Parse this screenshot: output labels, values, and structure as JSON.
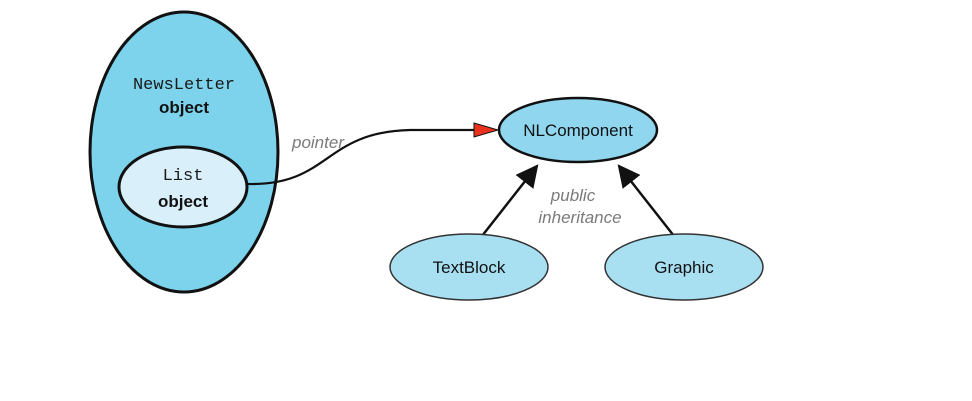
{
  "newsletter": {
    "line1": "NewsLetter",
    "line2": "object"
  },
  "list": {
    "line1": "List",
    "line2": "object"
  },
  "edges": {
    "pointer_label": "pointer",
    "inheritance_line1": "public",
    "inheritance_line2": "inheritance"
  },
  "classes": {
    "base": "NLComponent",
    "left_child": "TextBlock",
    "right_child": "Graphic"
  },
  "colors": {
    "outer_fill": "#7dd3ec",
    "inner_fill": "#d9f0fa",
    "node_fill": "#8fd6ee",
    "child_fill": "#a8e0f2",
    "stroke": "#111111",
    "arrowhead_pointer": "#e8321e"
  }
}
